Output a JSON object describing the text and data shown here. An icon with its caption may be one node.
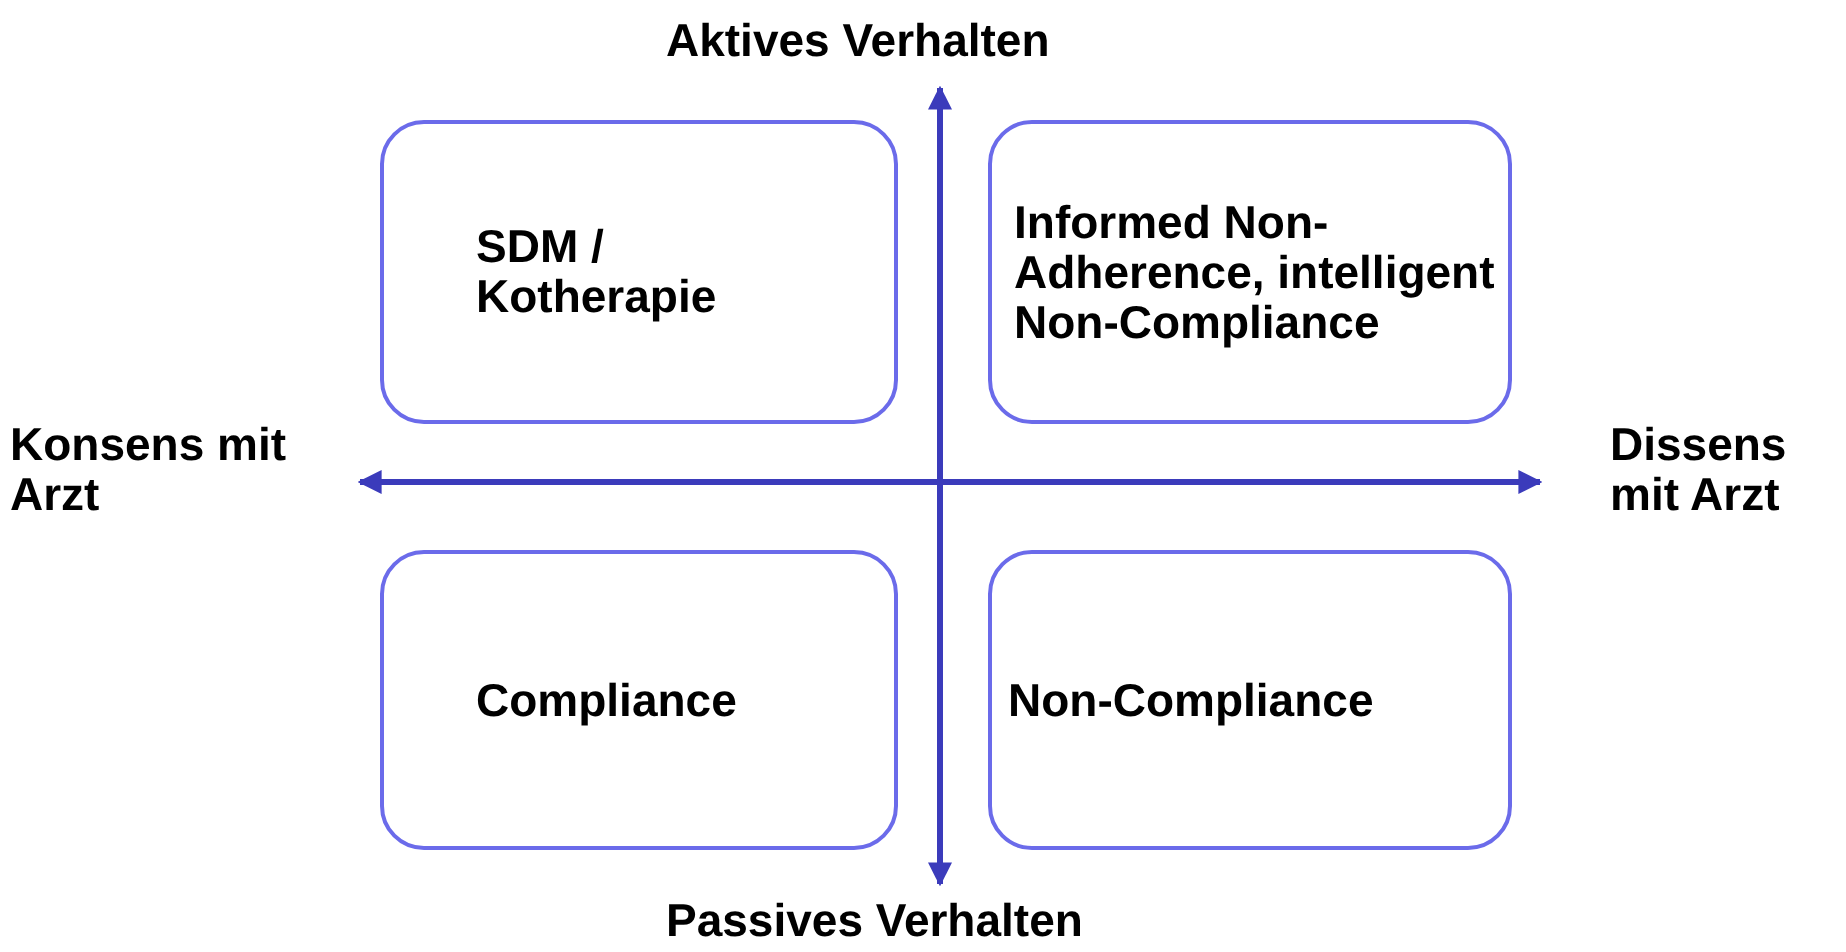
{
  "diagram": {
    "nodes": [
      {
        "text": [
          "SDM / Kotherapie"
        ]
      },
      {
        "text": [
          "Informed Non-Adherence, intelligent Non-Compliance"
        ]
      },
      {
        "text": [
          "Compliance"
        ]
      },
      {
        "text": [
          "Non-Compliance"
        ]
      }
    ],
    "labels": [
      "Aktives Verhalten",
      "Konsens mit Arzt",
      "Dissens mit Arzt",
      "Passives Verhalten"
    ]
  }
}
